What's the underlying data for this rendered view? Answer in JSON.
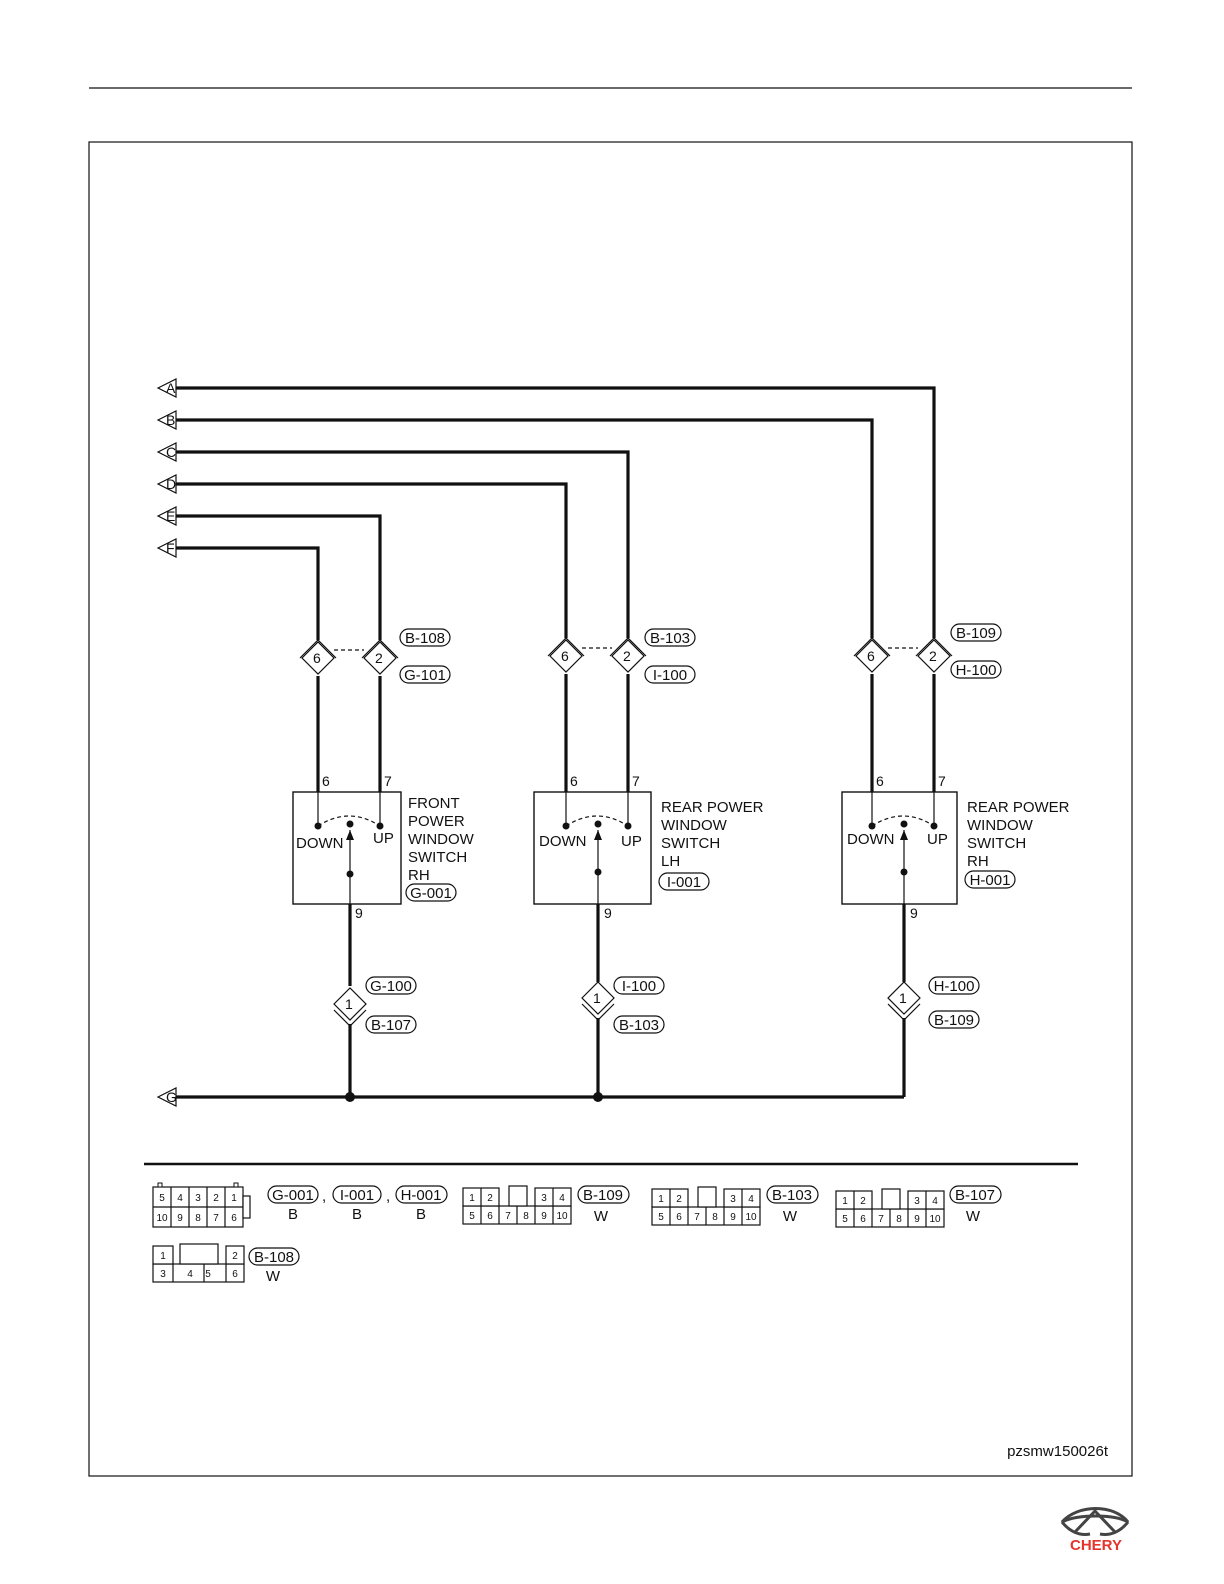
{
  "figure_id": "pzsmw150026t",
  "brand": "CHERY",
  "colors": {
    "line": "#111111",
    "background": "#ffffff"
  },
  "harness_refs": [
    "A",
    "B",
    "C",
    "D",
    "E",
    "F",
    "G"
  ],
  "switches": [
    {
      "name_lines": [
        "FRONT",
        "POWER",
        "WINDOW",
        "SWITCH",
        "RH"
      ],
      "connector": "G-001",
      "pin_down": "6",
      "pin_up": "7",
      "pin_ground": "9",
      "down": "DOWN",
      "up": "UP",
      "upper_inline": {
        "top": "B-108",
        "bottom": "G-101",
        "pin_left": "6",
        "pin_right": "2"
      },
      "lower_inline": {
        "top": "G-100",
        "bottom": "B-107",
        "pin": "1"
      }
    },
    {
      "name_lines": [
        "REAR POWER",
        "WINDOW",
        "SWITCH",
        "LH"
      ],
      "connector": "I-001",
      "pin_down": "6",
      "pin_up": "7",
      "pin_ground": "9",
      "down": "DOWN",
      "up": "UP",
      "upper_inline": {
        "top": "B-103",
        "bottom": "I-100",
        "pin_left": "6",
        "pin_right": "2"
      },
      "lower_inline": {
        "top": "I-100",
        "bottom": "B-103",
        "pin": "1"
      }
    },
    {
      "name_lines": [
        "REAR POWER",
        "WINDOW",
        "SWITCH",
        "RH"
      ],
      "connector": "H-001",
      "pin_down": "6",
      "pin_up": "7",
      "pin_ground": "9",
      "down": "DOWN",
      "up": "UP",
      "upper_inline": {
        "top": "B-109",
        "bottom": "H-100",
        "pin_left": "6",
        "pin_right": "2"
      },
      "lower_inline": {
        "top": "H-100",
        "bottom": "B-109",
        "pin": "1"
      }
    }
  ],
  "legend": {
    "group1": {
      "tags": [
        "G-001",
        "I-001",
        "H-001"
      ],
      "separator": ",",
      "colors": [
        "B",
        "B",
        "B"
      ],
      "rows": [
        [
          "5",
          "4",
          "3",
          "2",
          "1"
        ],
        [
          "10",
          "9",
          "8",
          "7",
          "6"
        ]
      ]
    },
    "b109": {
      "tag": "B-109",
      "color": "W",
      "rows": [
        [
          "1",
          "2",
          "",
          "3",
          "4"
        ],
        [
          "5",
          "6",
          "7",
          "8",
          "9",
          "10"
        ]
      ]
    },
    "b103": {
      "tag": "B-103",
      "color": "W",
      "rows": [
        [
          "1",
          "2",
          "",
          "3",
          "4"
        ],
        [
          "5",
          "6",
          "7",
          "8",
          "9",
          "10"
        ]
      ]
    },
    "b107": {
      "tag": "B-107",
      "color": "W",
      "rows": [
        [
          "1",
          "2",
          "",
          "3",
          "4"
        ],
        [
          "5",
          "6",
          "7",
          "8",
          "9",
          "10"
        ]
      ]
    },
    "b108": {
      "tag": "B-108",
      "color": "W",
      "rows": [
        [
          "1",
          "",
          "2"
        ],
        [
          "3",
          "4",
          "5",
          "6"
        ]
      ]
    }
  }
}
